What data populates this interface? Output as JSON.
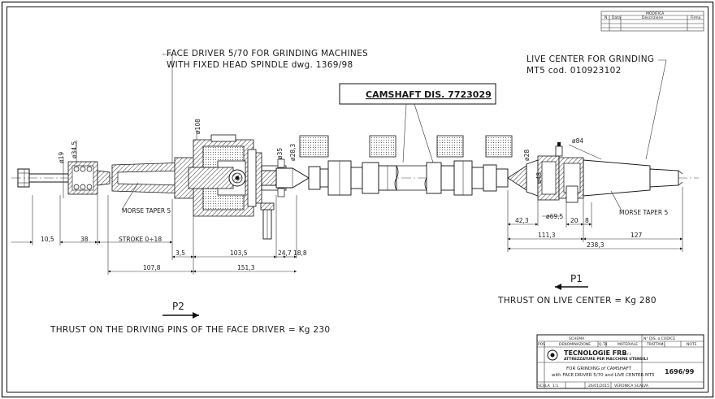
{
  "labels": {
    "face_driver_line1": "FACE DRIVER 5/70 FOR GRINDING MACHINES",
    "face_driver_line2": "WITH FIXED HEAD SPINDLE dwg. 1369/98",
    "live_center_line1": "LIVE CENTER FOR GRINDING",
    "live_center_line2": "MT5 cod. 010923102",
    "camshaft": "CAMSHAFT DIS. 7723029",
    "morse_left": "MORSE TAPER 5",
    "morse_right": "MORSE TAPER 5",
    "p1": "P1",
    "p2": "P2",
    "thrust_live": "THRUST ON LIVE CENTER = Kg 280",
    "thrust_driver": "THRUST ON THE DRIVING PINS OF THE FACE DRIVER = Kg 230"
  },
  "dimensions": {
    "d108": "ø108",
    "d19": "ø19",
    "d34_5": "ø34,5",
    "d35": "ø35",
    "d28_3": "ø28,3",
    "d84": "ø84",
    "d28": "ø28",
    "d48": "ø48",
    "d69_5": "ø69,5",
    "l10_5": "10,5",
    "l38": "38",
    "stroke": "STROKE 0÷18",
    "l3_5": "3,5",
    "l103_5": "103,5",
    "l24_7": "24,7",
    "l18_8": "18,8",
    "l107_8": "107,8",
    "l151_3": "151,3",
    "l42_3": "42,3",
    "l20": "20",
    "l8": "8",
    "l111_3": "111,3",
    "l127": "127",
    "l238_3": "238,3"
  },
  "revision_table": {
    "title": "MODIFICA",
    "col_n": "N",
    "col_data": "Data",
    "col_descr": "Descrizione",
    "col_firma": "Firma"
  },
  "title_block": {
    "schema": "SCHEMA",
    "pos": "POS",
    "denominazione": "DENOMINAZIONE",
    "qta": "Q.TA",
    "materiale": "MATERIALE",
    "trattam": "TRATTAM.",
    "note": "NOTE",
    "company": "TECNOLOGIE FRB",
    "company_suffix": "s.r.l.",
    "company_sub": "ATTREZZATURE PER MACCHINE UTENSILI",
    "desc_line1": "FOR GRINDING of CAMSHAFT",
    "desc_line2": "with FACE DRIVER 5/70 and LIVE CENTER MT5",
    "drawing_no": "1696/99",
    "ref": "N° DIS. o CODICE",
    "scala_label": "SCALA",
    "scala": "1:1",
    "data": "26/01/2015",
    "autore": "VERONICA SCALVA"
  }
}
